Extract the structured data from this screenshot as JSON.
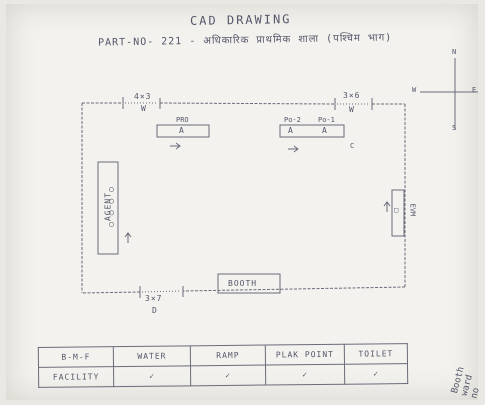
{
  "document": {
    "title": "CAD DRAWING",
    "subtitle": "PART-NO- 221 - अधिकारिक प्राथमिक शाला (पश्चिम भाग)"
  },
  "plan": {
    "door_top_left": "W",
    "door_top_right": "W",
    "window_top_left_dim": "4×3",
    "window_top_right_dim": "3×6",
    "desk_pro": {
      "label": "PRO",
      "symbol": "A"
    },
    "desk_po1": {
      "label": "Po-2",
      "symbol": "A"
    },
    "desk_po2": {
      "label": "Po-1",
      "symbol": "A"
    },
    "agent_label": "AGENT",
    "agent_seats": "○ ○ ○ ○",
    "booth_label": "BOOTH",
    "door_bottom_dim": "3×7",
    "door_bottom_label": "D",
    "right_box_label": "EVM",
    "right_box_symbol": "□",
    "corner_mark": "C",
    "compass": {
      "n": "N",
      "s": "S",
      "e": "E",
      "w": "W"
    }
  },
  "facility_table": {
    "header": [
      "B-M-F",
      "WATER",
      "RAMP",
      "PLAK POINT",
      "TOILET"
    ],
    "row_label": "FACILITY",
    "marks": [
      "✓",
      "✓",
      "✓",
      "✓"
    ]
  },
  "side_note": "Booth ward no"
}
